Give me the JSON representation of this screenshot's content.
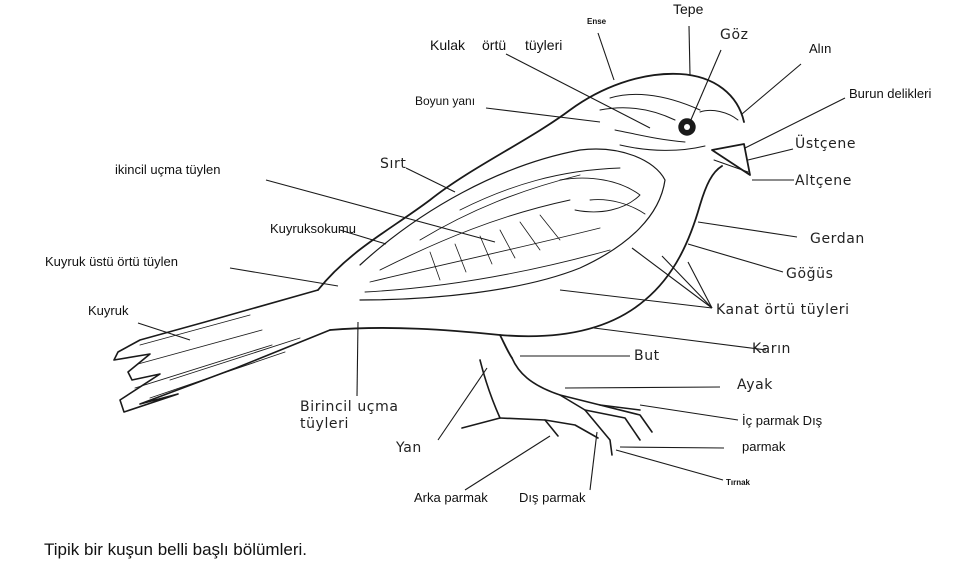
{
  "labels": {
    "ense": "Ense",
    "tepe": "Tepe",
    "goz": "Göz",
    "kulak_1": "Kulak",
    "kulak_2": "örtü",
    "kulak_3": "tüyleri",
    "alin": "Alın",
    "burun": "Burun delikleri",
    "boyun": "Boyun yanı",
    "ustcene": "Üstçene",
    "altcene": "Altçene",
    "ikincil": "ikincil uçma tüylen",
    "sirt": "Sırt",
    "kuyruksokumu": "Kuyruksokumu",
    "gerdan": "Gerdan",
    "gogus": "Göğüs",
    "kuyruk_ustu": "Kuyruk üstü örtü tüylen",
    "kanat_ortu": "Kanat örtü tüyleri",
    "kuyruk": "Kuyruk",
    "karin": "Karın",
    "but": "But",
    "ayak": "Ayak",
    "birincil_1": "Birincil uçma",
    "birincil_2": "tüyleri",
    "ic_parmak_1": "İç parmak Dış",
    "ic_parmak_2": "parmak",
    "yan": "Yan",
    "tirnak": "Tırnak",
    "arka_parmak": "Arka parmak",
    "dis_parmak": "Dış parmak"
  },
  "caption": "Tipik bir kuşun belli başlı bölümleri."
}
